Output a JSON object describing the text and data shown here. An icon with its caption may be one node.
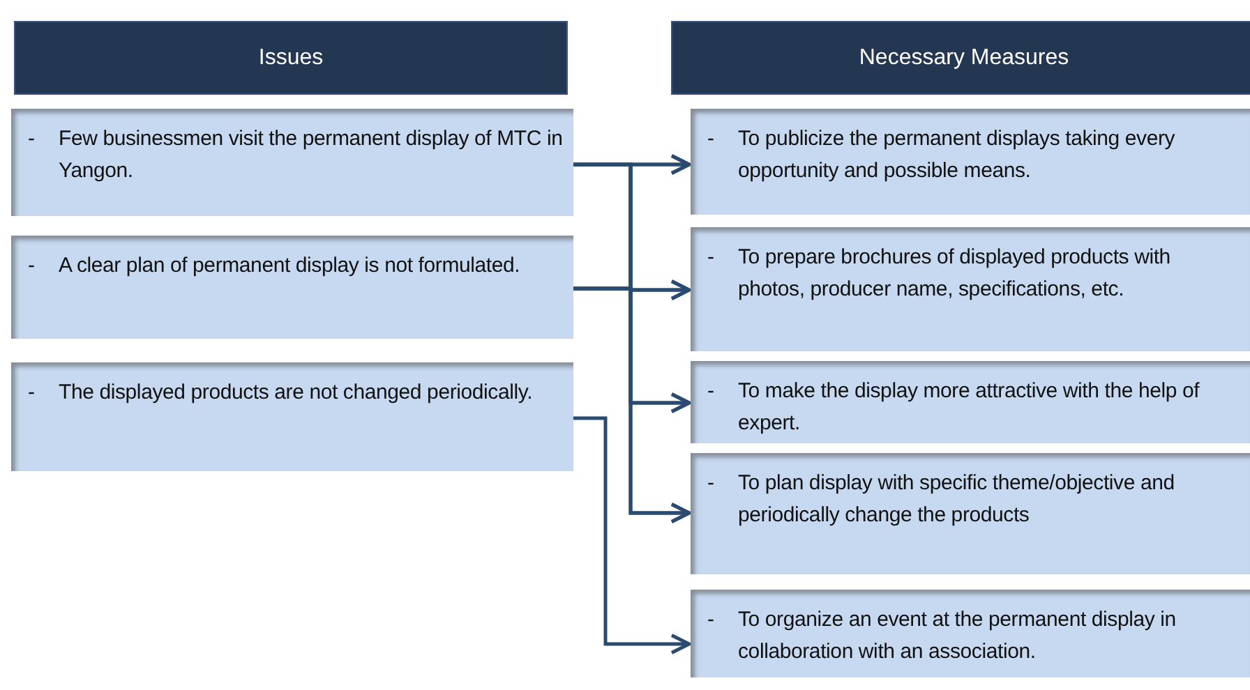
{
  "diagram": {
    "nodes": [
      {
        "text": [
          "Issues"
        ]
      },
      {
        "text": [
          "Necessary Measures"
        ]
      },
      {
        "text": [
          "-",
          "Few businessmen visit the permanent display of MTC in Yangon."
        ]
      },
      {
        "text": [
          "-",
          "A clear plan of permanent display is not formulated."
        ]
      },
      {
        "text": [
          "-",
          "The displayed products are not changed periodically."
        ]
      },
      {
        "text": [
          "-",
          "To publicize the permanent displays taking every opportunity and possible means."
        ]
      },
      {
        "text": [
          "-",
          "To prepare brochures of displayed products with photos, producer name, specifications, etc."
        ]
      },
      {
        "text": [
          "-",
          "To make the display more attractive with the help of expert."
        ]
      },
      {
        "text": [
          "-",
          "To plan display with specific theme/objective and periodically change the products"
        ]
      },
      {
        "text": [
          "-",
          "To organize an event at the permanent display in collaboration with an association."
        ]
      }
    ],
    "edges": [
      {
        "from": 2,
        "to": 5,
        "arrow": "to"
      },
      {
        "from": 2,
        "to": 6,
        "arrow": "to"
      },
      {
        "from": 2,
        "to": 7,
        "arrow": "to"
      },
      {
        "from": 2,
        "to": 8,
        "arrow": "to"
      },
      {
        "from": 3,
        "to": 5,
        "arrow": "to"
      },
      {
        "from": 3,
        "to": 6,
        "arrow": "to"
      },
      {
        "from": 3,
        "to": 7,
        "arrow": "to"
      },
      {
        "from": 3,
        "to": 8,
        "arrow": "to"
      },
      {
        "from": 4,
        "to": 9,
        "arrow": "to"
      }
    ]
  }
}
